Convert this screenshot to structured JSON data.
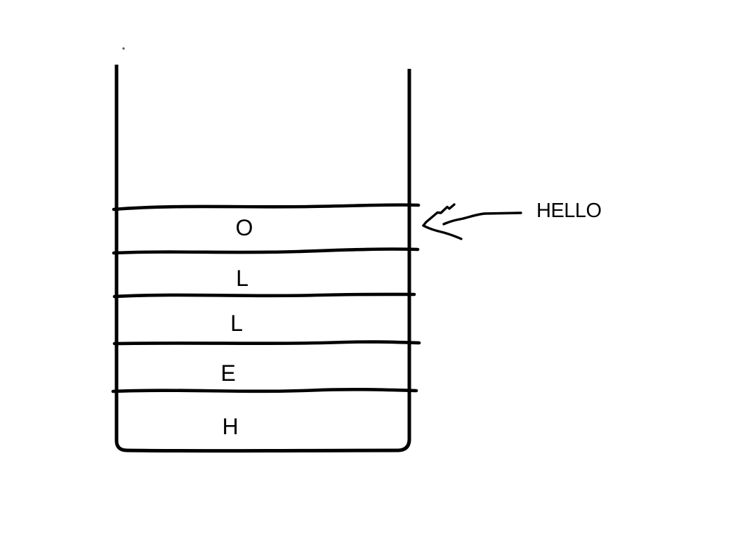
{
  "diagram": {
    "kind": "hand-drawn stack diagram",
    "colors": {
      "ink": "#000000",
      "background": "#ffffff"
    },
    "stack": {
      "items_top_to_bottom": [
        "O",
        "L",
        "L",
        "E",
        "H"
      ]
    },
    "annotation": {
      "label": "HELLO",
      "arrow": "left-arrow"
    }
  }
}
